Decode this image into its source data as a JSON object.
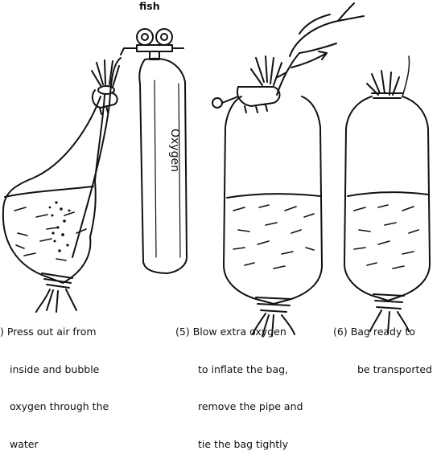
{
  "top_fragment": "fish",
  "cylinder_label": "Oxygen",
  "captions": [
    {
      "number": ")",
      "lines": [
        "Press out air from",
        "inside and bubble",
        "oxygen through the",
        "water"
      ]
    },
    {
      "number": "(5)",
      "lines": [
        "Blow extra oxygen",
        "to inflate the bag,",
        "remove the pipe and",
        "tie the bag tightly"
      ]
    },
    {
      "number": "(6)",
      "lines": [
        "Bag ready to",
        "be transported"
      ]
    }
  ]
}
